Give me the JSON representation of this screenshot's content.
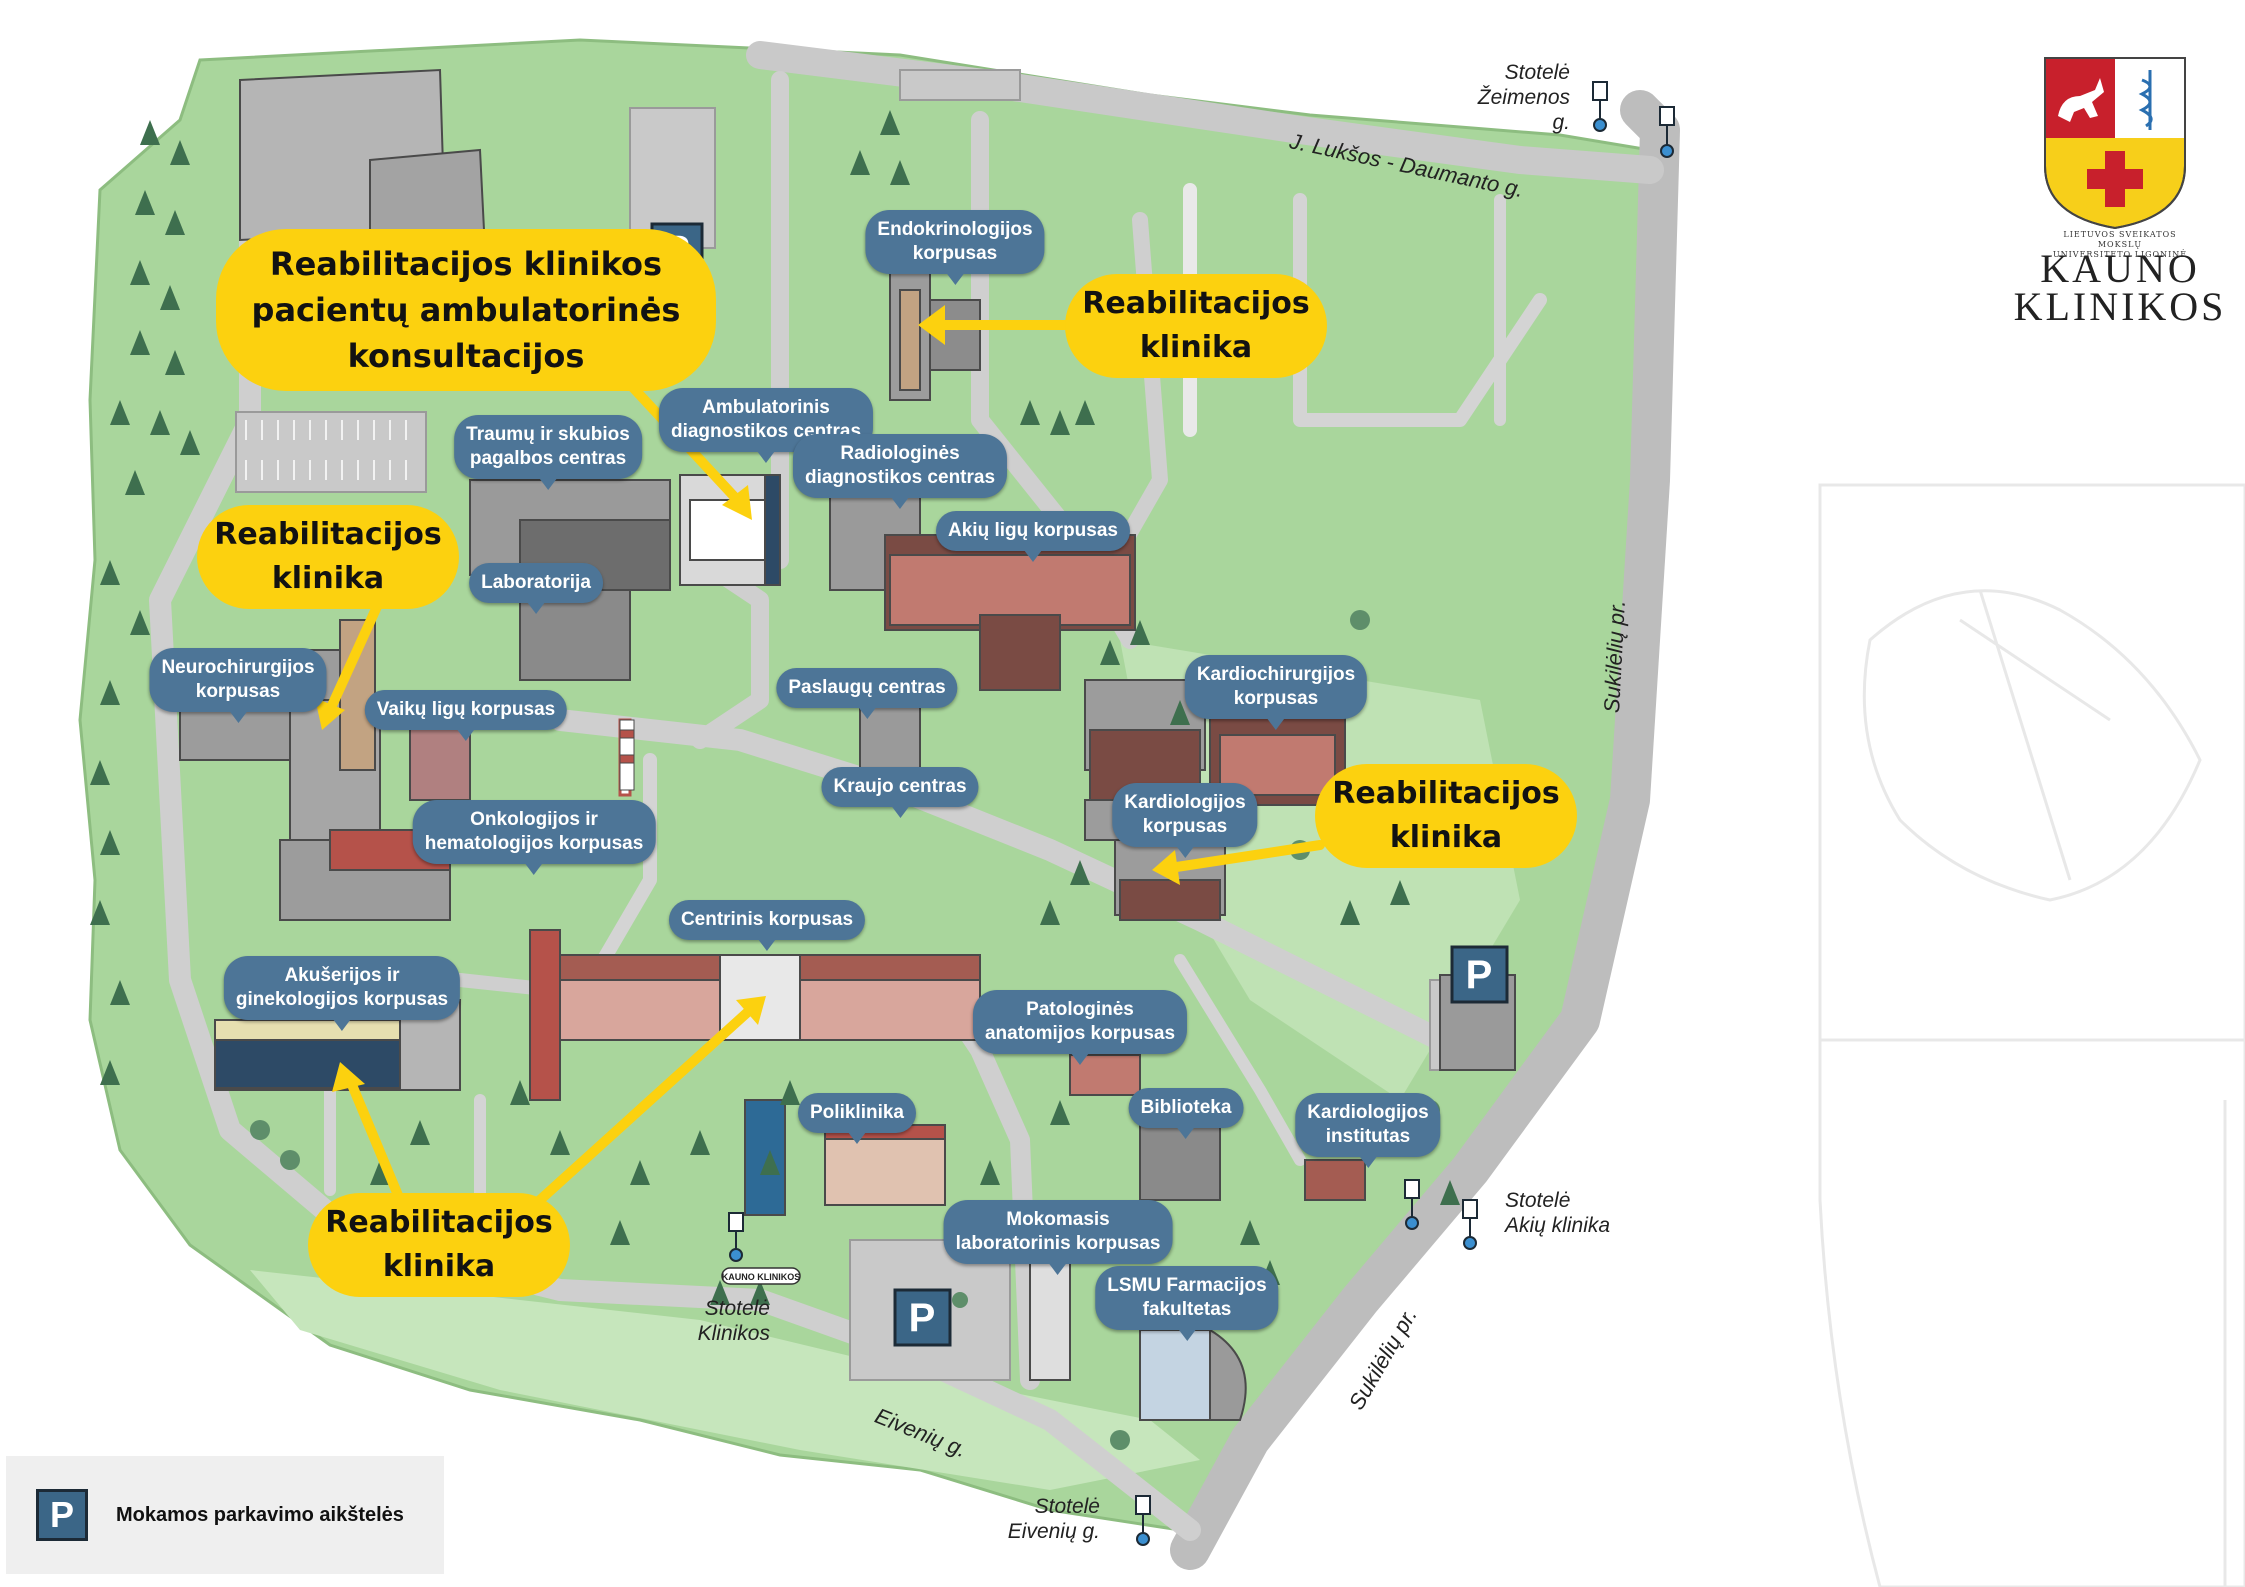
{
  "map": {
    "colors": {
      "grass": "#a9d69c",
      "grass_light": "#c6e6bc",
      "road": "#c9c9c9",
      "road_edge": "#9a9a9a",
      "building": "#8f8f8f",
      "building_dark": "#5e5e5e",
      "roof_red": "#b5524a",
      "label_blue": "#4d7597",
      "callout_yellow": "#fcd10f",
      "tree": "#3e6f4e",
      "parking_blue": "#3b6687"
    },
    "building_labels": [
      {
        "id": "endokrinologijos",
        "text": "Endokrinologijos\nkorpusas"
      },
      {
        "id": "ambulatorinis",
        "text": "Ambulatorinis\ndiagnostikos centras"
      },
      {
        "id": "traumu",
        "text": "Traumų ir skubios\npagalbos centras"
      },
      {
        "id": "radiologines",
        "text": "Radiologinės\ndiagnostikos centras"
      },
      {
        "id": "akiu",
        "text": "Akių ligų korpusas"
      },
      {
        "id": "laboratorija",
        "text": "Laboratorija"
      },
      {
        "id": "neurochirurgijos",
        "text": "Neurochirurgijos\nkorpusas"
      },
      {
        "id": "vaiku",
        "text": "Vaikų ligų korpusas"
      },
      {
        "id": "paslaugu",
        "text": "Paslaugų centras"
      },
      {
        "id": "kardiochirurgijos",
        "text": "Kardiochirurgijos\nkorpusas"
      },
      {
        "id": "kraujo",
        "text": "Kraujo centras"
      },
      {
        "id": "kardiologijos_korpusas",
        "text": "Kardiologijos\nkorpusas"
      },
      {
        "id": "onkologijos",
        "text": "Onkologijos ir\nhematologijos korpusas"
      },
      {
        "id": "centrinis",
        "text": "Centrinis korpusas"
      },
      {
        "id": "akuserijos",
        "text": "Akušerijos ir\nginekologijos korpusas"
      },
      {
        "id": "patologines",
        "text": "Patologinės\nanatomijos korpusas"
      },
      {
        "id": "poliklinika",
        "text": "Poliklinika"
      },
      {
        "id": "biblioteka",
        "text": "Biblioteka"
      },
      {
        "id": "kardiologijos_institutas",
        "text": "Kardiologijos\ninstitutas"
      },
      {
        "id": "mokomasis",
        "text": "Mokomasis\nlaboratorinis korpusas"
      },
      {
        "id": "farmacijos",
        "text": "LSMU Farmacijos\nfakultetas"
      }
    ],
    "callouts": [
      {
        "id": "ambulatorines_konsultacijos",
        "text": "Reabilitacijos klinikos\npacientų ambulatorinės\nkonsultacijos"
      },
      {
        "id": "endo",
        "text": "Reabilitacijos\nklinika"
      },
      {
        "id": "neuro",
        "text": "Reabilitacijos\nklinika"
      },
      {
        "id": "kardio",
        "text": "Reabilitacijos\nklinika"
      },
      {
        "id": "apatine",
        "text": "Reabilitacijos\nklinika"
      }
    ],
    "roads": [
      {
        "id": "luksos",
        "text": "J. Lukšos - Daumanto g."
      },
      {
        "id": "sukileliu_pr_top",
        "text": "Sukilėlių pr."
      },
      {
        "id": "sukileliu_pr_bottom",
        "text": "Sukilėlių pr."
      },
      {
        "id": "eiveniu",
        "text": "Eivenių g."
      }
    ],
    "stops": [
      {
        "id": "zeimenos",
        "text": "Stotelė\nŽeimenos g."
      },
      {
        "id": "akiu_klinika",
        "text": "Stotelė\nAkių klinika"
      },
      {
        "id": "klinikos",
        "text": "Stotelė\nKlinikos"
      },
      {
        "id": "eiveniu_stop",
        "text": "Stotelė\nEivenių g."
      }
    ],
    "parking_symbol": "P",
    "kauno_klinikos_sign": "KAUNO KLINIKOS"
  },
  "legend": {
    "icon": "P",
    "text": "Mokamos parkavimo aikštelės"
  },
  "logo": {
    "small_text": "LIETUVOS SVEIKATOS MOKSLŲ\nUNIVERSITETO LIGONINĖ",
    "name": "KAUNO\nKLINIKOS"
  }
}
